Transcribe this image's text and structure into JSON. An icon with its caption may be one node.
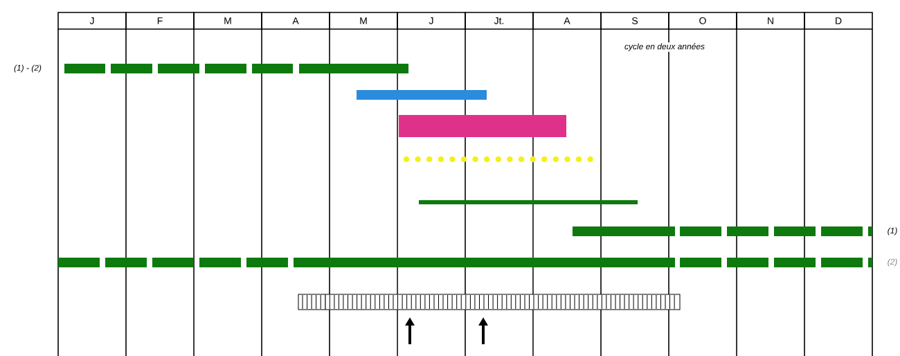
{
  "diagram": {
    "labels": [
      "J",
      "F",
      "M",
      "A",
      "M",
      "J",
      "Jt.",
      "A",
      "S",
      "O",
      "N",
      "D",
      "cycle en deux années",
      "(1) - (2)",
      "(1)",
      "(2)"
    ]
  }
}
